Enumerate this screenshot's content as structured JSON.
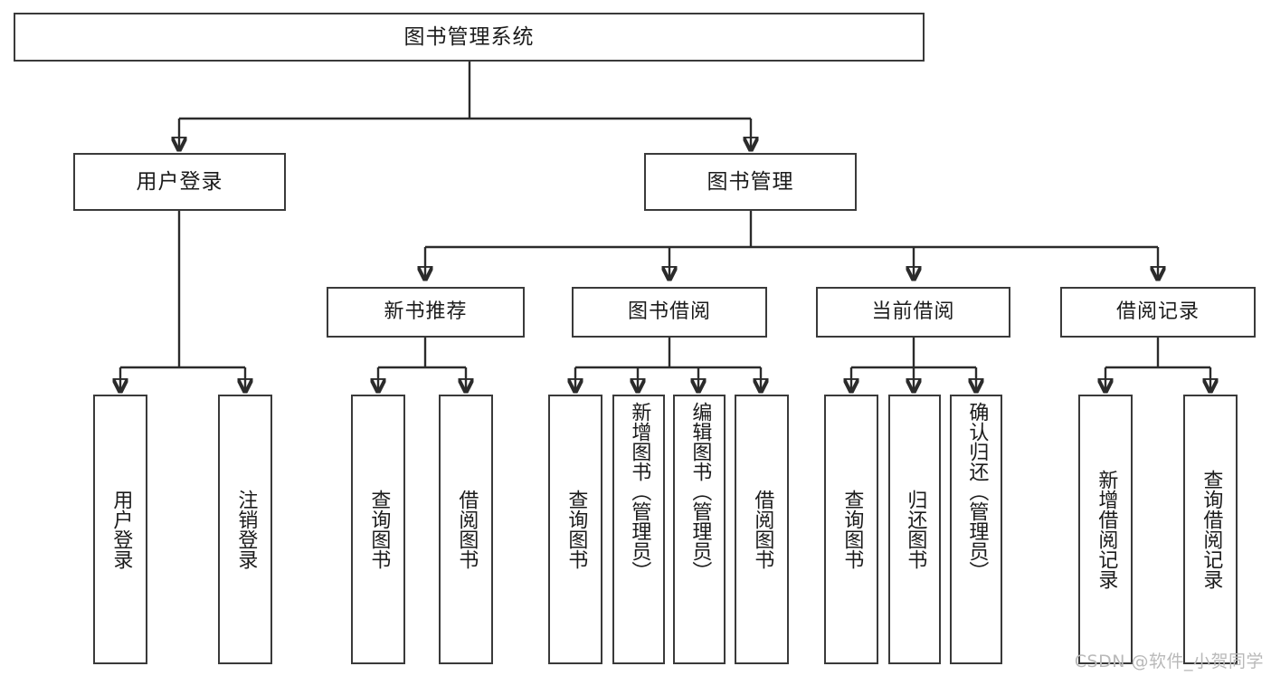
{
  "diagram": {
    "type": "tree-hierarchy",
    "title": "图书管理系统",
    "watermark": "CSDN @软件_小贺同学",
    "colors": {
      "box_border": "#3a3a3a",
      "connector": "#2b2b2b",
      "text": "#1b1b1b",
      "background": "#ffffff",
      "watermark": "#b9b9b9"
    },
    "root": {
      "label": "图书管理系统"
    },
    "level2": [
      {
        "label": "用户登录"
      },
      {
        "label": "图书管理"
      }
    ],
    "level3": [
      {
        "label": "新书推荐"
      },
      {
        "label": "图书借阅"
      },
      {
        "label": "当前借阅"
      },
      {
        "label": "借阅记录"
      }
    ],
    "leaves": {
      "user_login": [
        {
          "label": "用户登录"
        },
        {
          "label": "注销登录"
        }
      ],
      "new_book_recommend": [
        {
          "label": "查询图书"
        },
        {
          "label": "借阅图书"
        }
      ],
      "book_borrow": [
        {
          "label": "查询图书"
        },
        {
          "label": "新增图书（管理员）"
        },
        {
          "label": "编辑图书（管理员）"
        },
        {
          "label": "借阅图书"
        }
      ],
      "current_borrow": [
        {
          "label": "查询图书"
        },
        {
          "label": "归还图书"
        },
        {
          "label": "确认归还（管理员）"
        }
      ],
      "borrow_record": [
        {
          "label": "新增借阅记录"
        },
        {
          "label": "查询借阅记录"
        }
      ]
    }
  }
}
